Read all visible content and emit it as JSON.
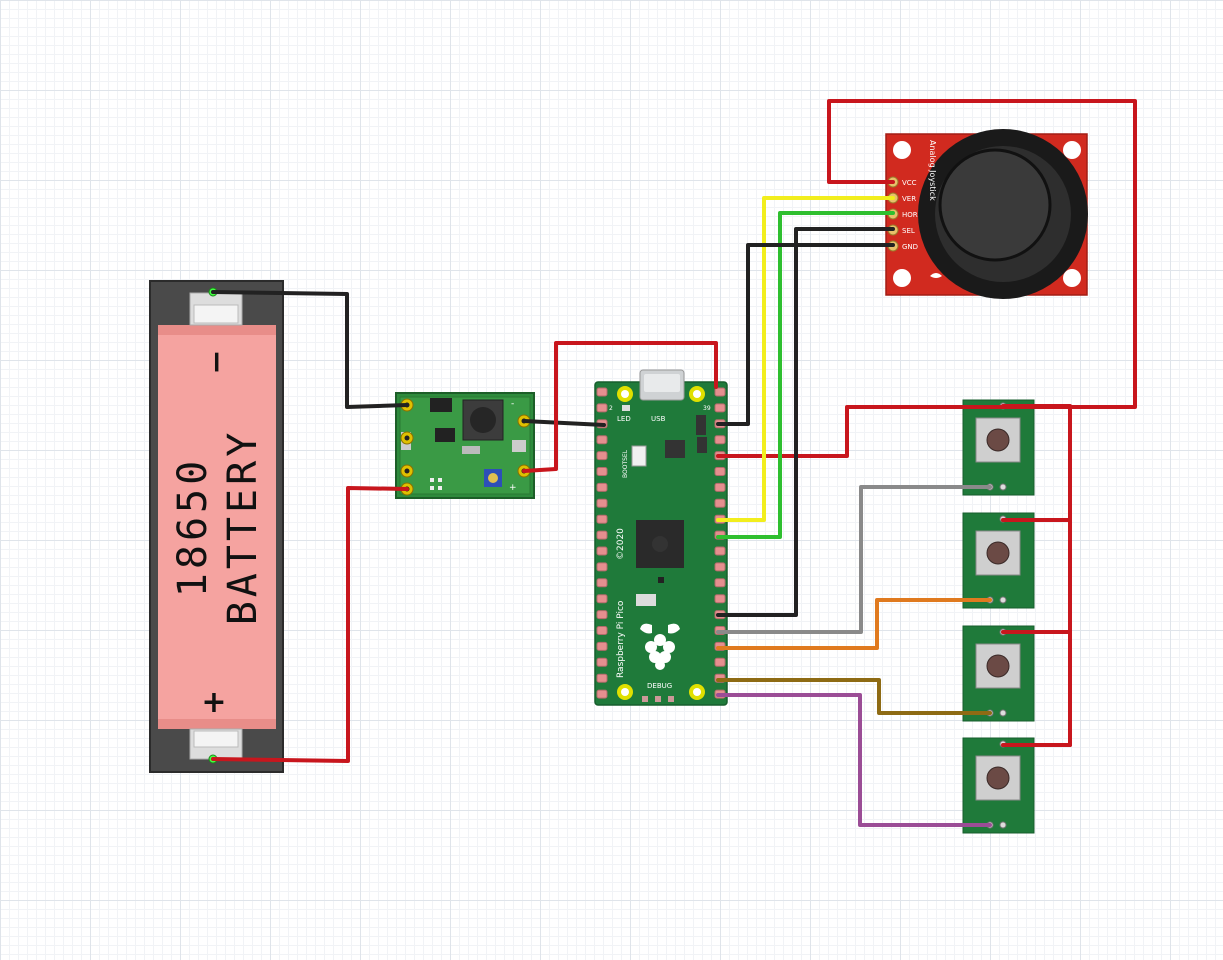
{
  "battery": {
    "label_line1": "18650",
    "label_line2": "BATTERY",
    "minus_sign": "−",
    "plus_sign": "+"
  },
  "boost_converter": {
    "minus_label": "-",
    "plus_label": "+"
  },
  "pico": {
    "board_name": "Raspberry Pi Pico",
    "copyright": "©2020",
    "usb_label": "USB",
    "led_label": "LED",
    "bootsel_label": "BOOTSEL",
    "debug_label": "DEBUG",
    "pin1_label": "2",
    "pin39_label": "39"
  },
  "joystick": {
    "title": "Analog Joystick",
    "pins": [
      "VCC",
      "VER",
      "HOR",
      "SEL",
      "GND"
    ]
  },
  "colors": {
    "wire_red": "#c8161d",
    "wire_black": "#222222",
    "wire_yellow": "#f2ee1d",
    "wire_green": "#2fbf2f",
    "wire_gray": "#8a8a8a",
    "wire_orange": "#e07a1f",
    "wire_olive": "#8e6b14",
    "wire_purple": "#9b4d96",
    "pcb_green": "#1f7a3a",
    "joystick_red": "#d12a1f",
    "battery_pink": "#f5a3a0"
  }
}
